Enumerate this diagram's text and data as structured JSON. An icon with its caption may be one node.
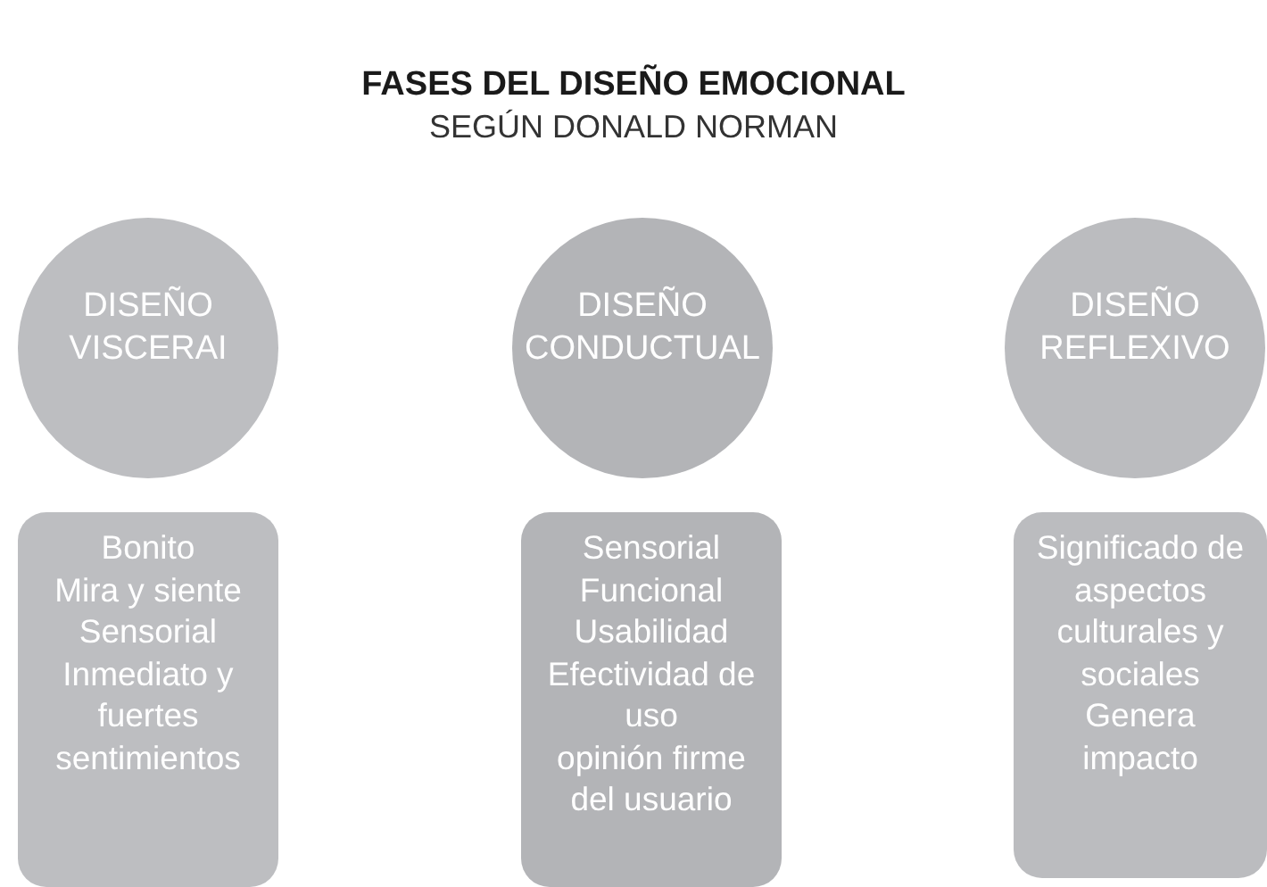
{
  "diagram": {
    "title": "FASES DEL DISEÑO EMOCIONAL",
    "nodes": [
      {
        "text": [
          "DISEÑO VISCERAI"
        ]
      },
      {
        "text": [
          "DISEÑO CONDUCTUAL"
        ]
      },
      {
        "text": [
          "DISEÑO REFLEXIVO"
        ]
      },
      {
        "text": [
          "Bonito",
          "Mira y siente",
          "Sensorial",
          "Inmediato y fuertes sentimientos"
        ]
      },
      {
        "text": [
          "Sensorial",
          "Funcional",
          "Usabilidad",
          "Efectividad de uso",
          "opinión firme del usuario"
        ]
      },
      {
        "text": [
          "Significado de aspectos culturales y sociales",
          "Genera impacto"
        ]
      }
    ],
    "labels": [
      "SEGÚN DONALD NORMAN"
    ]
  }
}
